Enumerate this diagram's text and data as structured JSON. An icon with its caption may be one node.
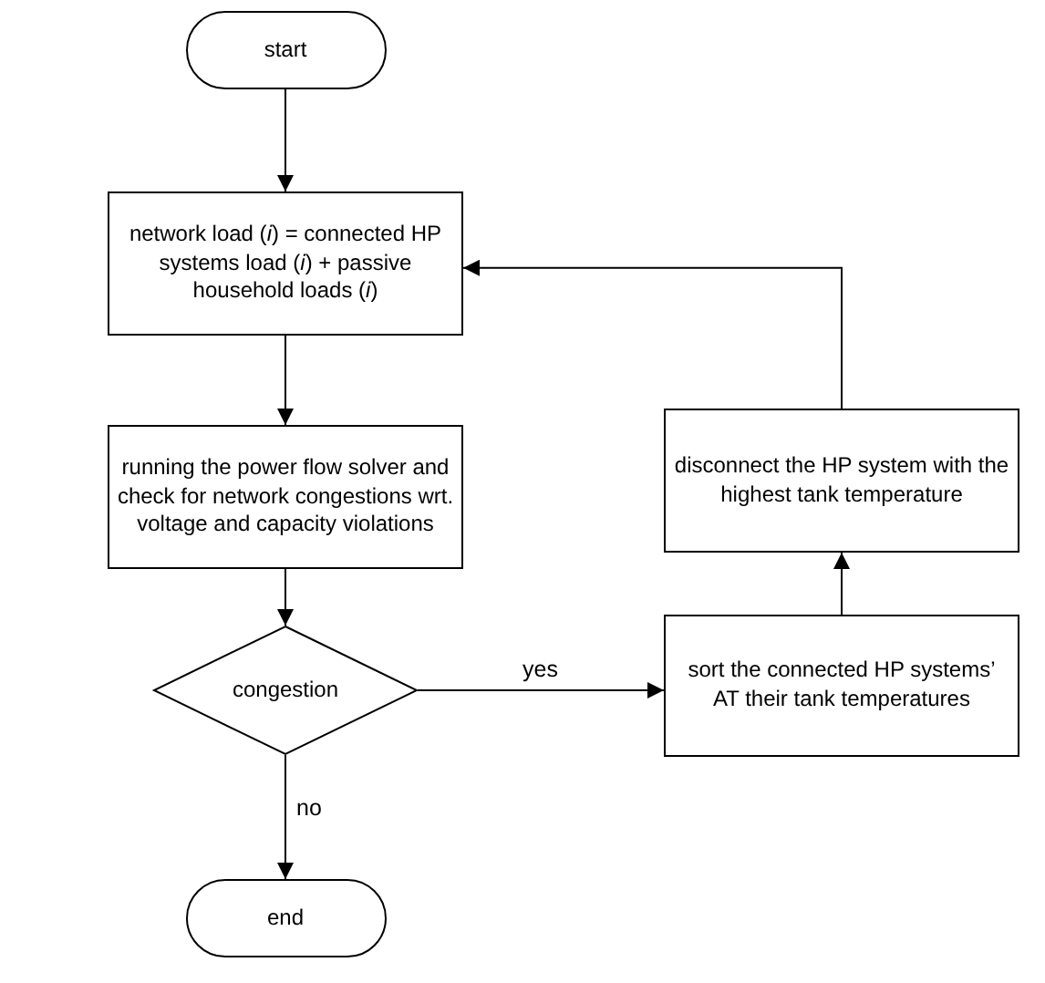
{
  "diagram": {
    "nodes": [
      {
        "text": [
          "start"
        ]
      },
      {
        "text": [
          "network load (*i*) = connected HP systems load (*i*)  + passive household loads (*i*)"
        ]
      },
      {
        "text": [
          "running the power flow solver and check for network congestions wrt. voltage and capacity violations"
        ]
      },
      {
        "text": [
          "congestion"
        ]
      },
      {
        "text": [
          "end"
        ]
      },
      {
        "text": [
          "sort the connected HP systems’ AT their tank temperatures"
        ]
      },
      {
        "text": [
          "disconnect the HP system with the highest tank temperature"
        ]
      }
    ],
    "edges": [
      {
        "from": 0,
        "to": 1,
        "arrow": "to"
      },
      {
        "from": 1,
        "to": 2,
        "arrow": "to"
      },
      {
        "from": 2,
        "to": 3,
        "arrow": "to"
      },
      {
        "from": 3,
        "to": 4,
        "arrow": "to",
        "label": "no"
      },
      {
        "from": 3,
        "to": 5,
        "arrow": "to",
        "label": "yes"
      },
      {
        "from": 5,
        "to": 6,
        "arrow": "to"
      },
      {
        "from": 6,
        "to": 1,
        "arrow": "to"
      }
    ]
  }
}
